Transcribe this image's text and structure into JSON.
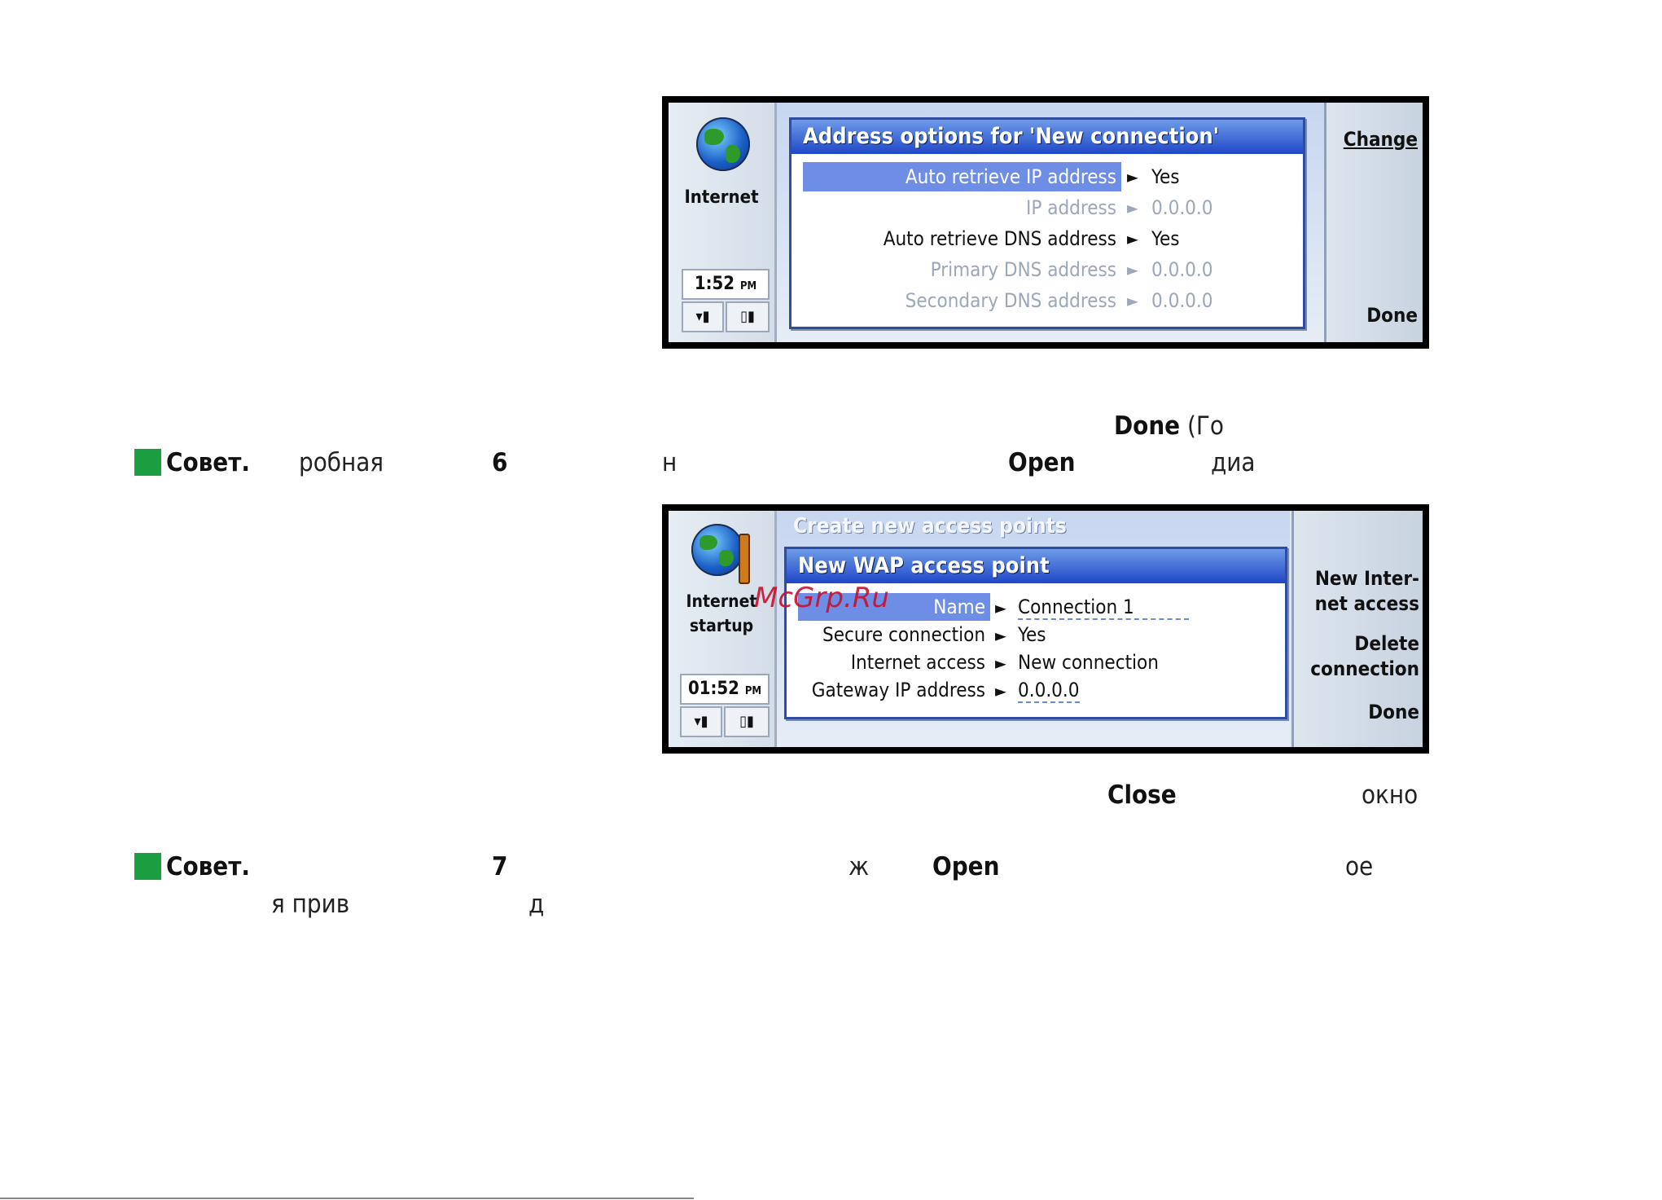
{
  "screen1": {
    "app_label": "Internet",
    "clock": "1:52",
    "clock_ampm": "PM",
    "dialog_title": "Address options for 'New connection'",
    "rows": [
      {
        "label": "Auto retrieve IP address",
        "value": "Yes",
        "enabled": true,
        "selected": true
      },
      {
        "label": "IP address",
        "value": "0.0.0.0",
        "enabled": false
      },
      {
        "label": "Auto retrieve DNS address",
        "value": "Yes",
        "enabled": true
      },
      {
        "label": "Primary DNS address",
        "value": "0.0.0.0",
        "enabled": false
      },
      {
        "label": "Secondary DNS address",
        "value": "0.0.0.0",
        "enabled": false
      }
    ],
    "commands": {
      "change": "Change",
      "done": "Done"
    }
  },
  "screen2": {
    "app_label_line1": "Internet",
    "app_label_line2": "startup",
    "clock": "01:52",
    "clock_ampm": "PM",
    "background_title": "Create new access points",
    "dialog_title": "New WAP access point",
    "rows": [
      {
        "label": "Name",
        "value": "Connection 1",
        "selected": true
      },
      {
        "label": "Secure connection",
        "value": "Yes"
      },
      {
        "label": "Internet access",
        "value": "New connection"
      },
      {
        "label": "Gateway IP address",
        "value": "0.0.0.0"
      }
    ],
    "commands": {
      "new_access_1": "New Inter-",
      "new_access_2": "net access",
      "delete_1": "Delete",
      "delete_2": "connection",
      "done": "Done"
    }
  },
  "text": {
    "done_caption": "Done",
    "done_caption_rest": "(Го",
    "tip1_label": "Совет.",
    "tip1_frag1": "робная",
    "tip1_num": "6",
    "tip1_frag2": "н",
    "tip1_open": "Open",
    "tip1_frag3": "диа",
    "close_caption": "Close",
    "close_rest": "окно",
    "tip2_label": "Совет.",
    "tip2_num": "7",
    "tip2_frag1": "ж",
    "tip2_open": "Open",
    "tip2_frag2": "ое",
    "tip2_line2_a": "я прив",
    "tip2_line2_b": "д"
  },
  "watermark": "McGrp.Ru"
}
